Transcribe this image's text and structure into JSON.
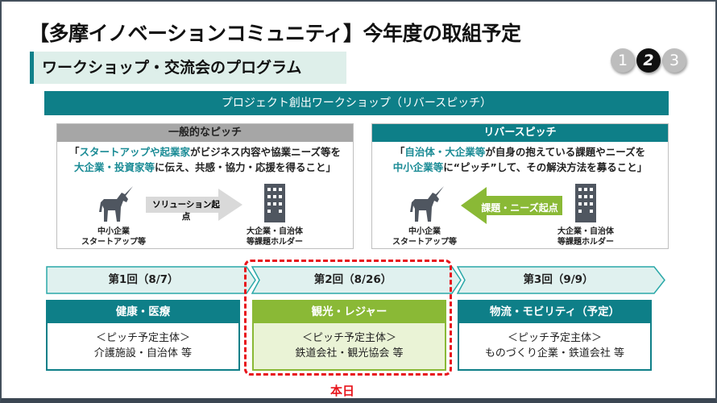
{
  "title": "【多摩イノベーションコミュニティ】今年度の取組予定",
  "subtitle": "ワークショップ・交流会のプログラム",
  "pager": {
    "pages": [
      "1",
      "2",
      "3"
    ],
    "current": "2"
  },
  "banner": "プロジェクト創出ワークショップ（リバースピッチ）",
  "general_pitch": {
    "header": "一般的なピッチ",
    "quote_open": "「",
    "q1_hl": "スタートアップや起業家",
    "q1_rest": "がビジネス内容や協業ニーズ等を",
    "q2_hl": "大企業・投資家等",
    "q2_rest": "に伝え、共感・協力・応援を得ること」",
    "arrow_label": "ソリューション起点",
    "left_role_1": "中小企業",
    "left_role_2": "スタートアップ等",
    "right_role_1": "大企業・自治体",
    "right_role_2": "等課題ホルダー"
  },
  "reverse_pitch": {
    "header": "リバースピッチ",
    "quote_open": "「",
    "q1_hl": "自治体・大企業等",
    "q1_rest": "が自身の抱えている課題やニーズを",
    "q2_hl": "中小企業等",
    "q2_rest": "に“ピッチ”して、その解決方法を募ること」",
    "arrow_label": "課題・ニーズ起点",
    "left_role_1": "中小企業",
    "left_role_2": "スタートアップ等",
    "right_role_1": "大企業・自治体",
    "right_role_2": "等課題ホルダー"
  },
  "sessions": [
    {
      "label": "第1回（8/7）",
      "theme": "健康・医療",
      "sub": "＜ピッチ予定主体＞",
      "who": "介護施設・自治体 等"
    },
    {
      "label": "第2回（8/26）",
      "theme": "観光・レジャー",
      "sub": "＜ピッチ予定主体＞",
      "who": "鉄道会社・観光協会 等"
    },
    {
      "label": "第3回（9/9）",
      "theme": "物流・モビリティ（予定）",
      "sub": "＜ピッチ予定主体＞",
      "who": "ものづくり企業・鉄道会社 等"
    }
  ],
  "today_label": "本日",
  "colors": {
    "teal": "#0e7f88",
    "green": "#8ab936",
    "red": "#e8141b",
    "gray": "#a6a6a6"
  }
}
